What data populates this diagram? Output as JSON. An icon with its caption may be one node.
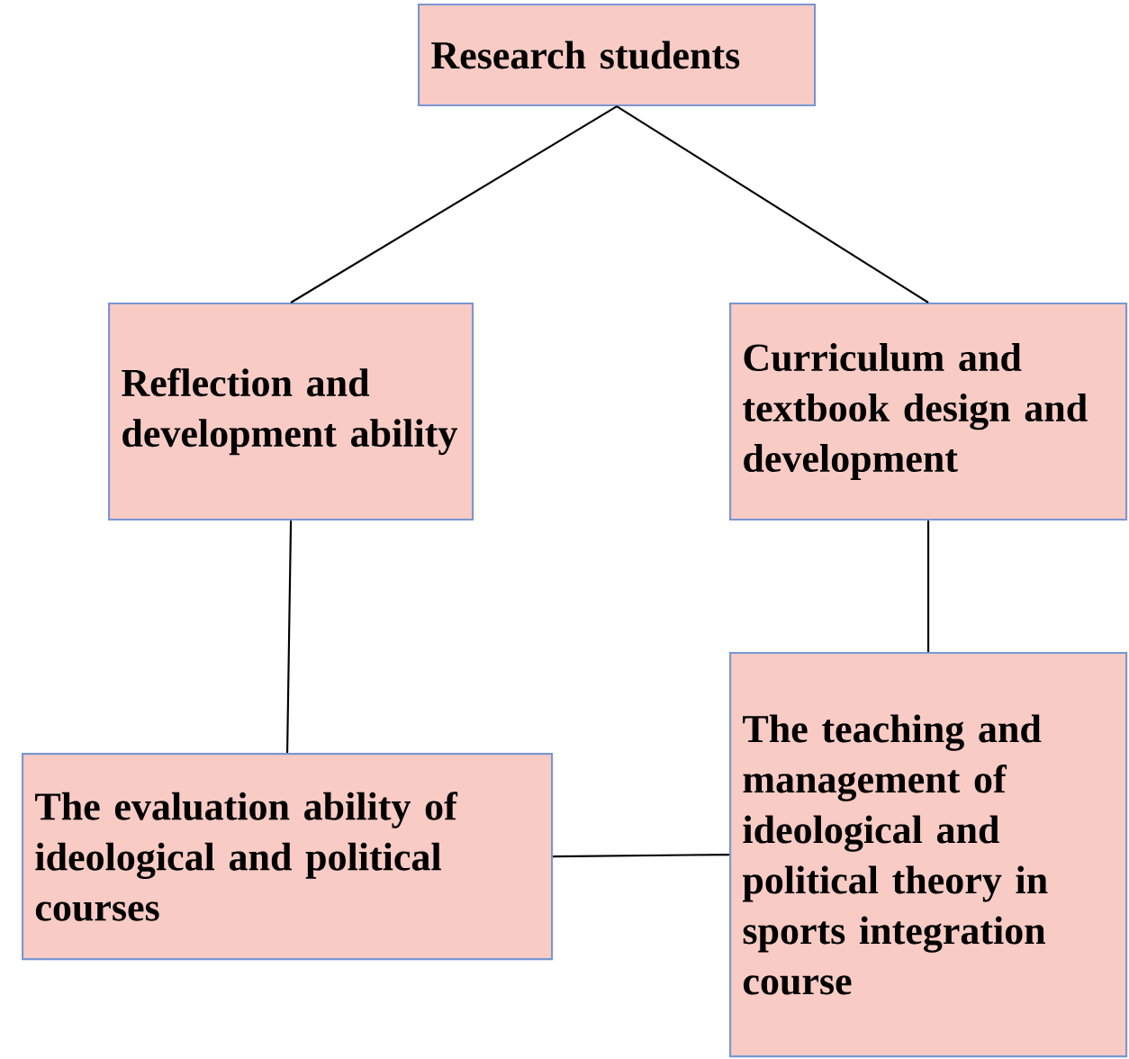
{
  "diagram": {
    "nodes": [
      {
        "text": [
          "Research students"
        ]
      },
      {
        "text": [
          "Reflection and development ability"
        ]
      },
      {
        "text": [
          "Curriculum and textbook design and development"
        ]
      },
      {
        "text": [
          "The evaluation ability of ideological and political courses"
        ]
      },
      {
        "text": [
          "The teaching and management of ideological and political theory in sports integration course"
        ]
      }
    ],
    "edges": [
      {
        "from": 0,
        "to": 1,
        "arrow": "none"
      },
      {
        "from": 0,
        "to": 2,
        "arrow": "none"
      },
      {
        "from": 1,
        "to": 3,
        "arrow": "none"
      },
      {
        "from": 2,
        "to": 4,
        "arrow": "none"
      },
      {
        "from": 3,
        "to": 4,
        "arrow": "none"
      }
    ]
  }
}
